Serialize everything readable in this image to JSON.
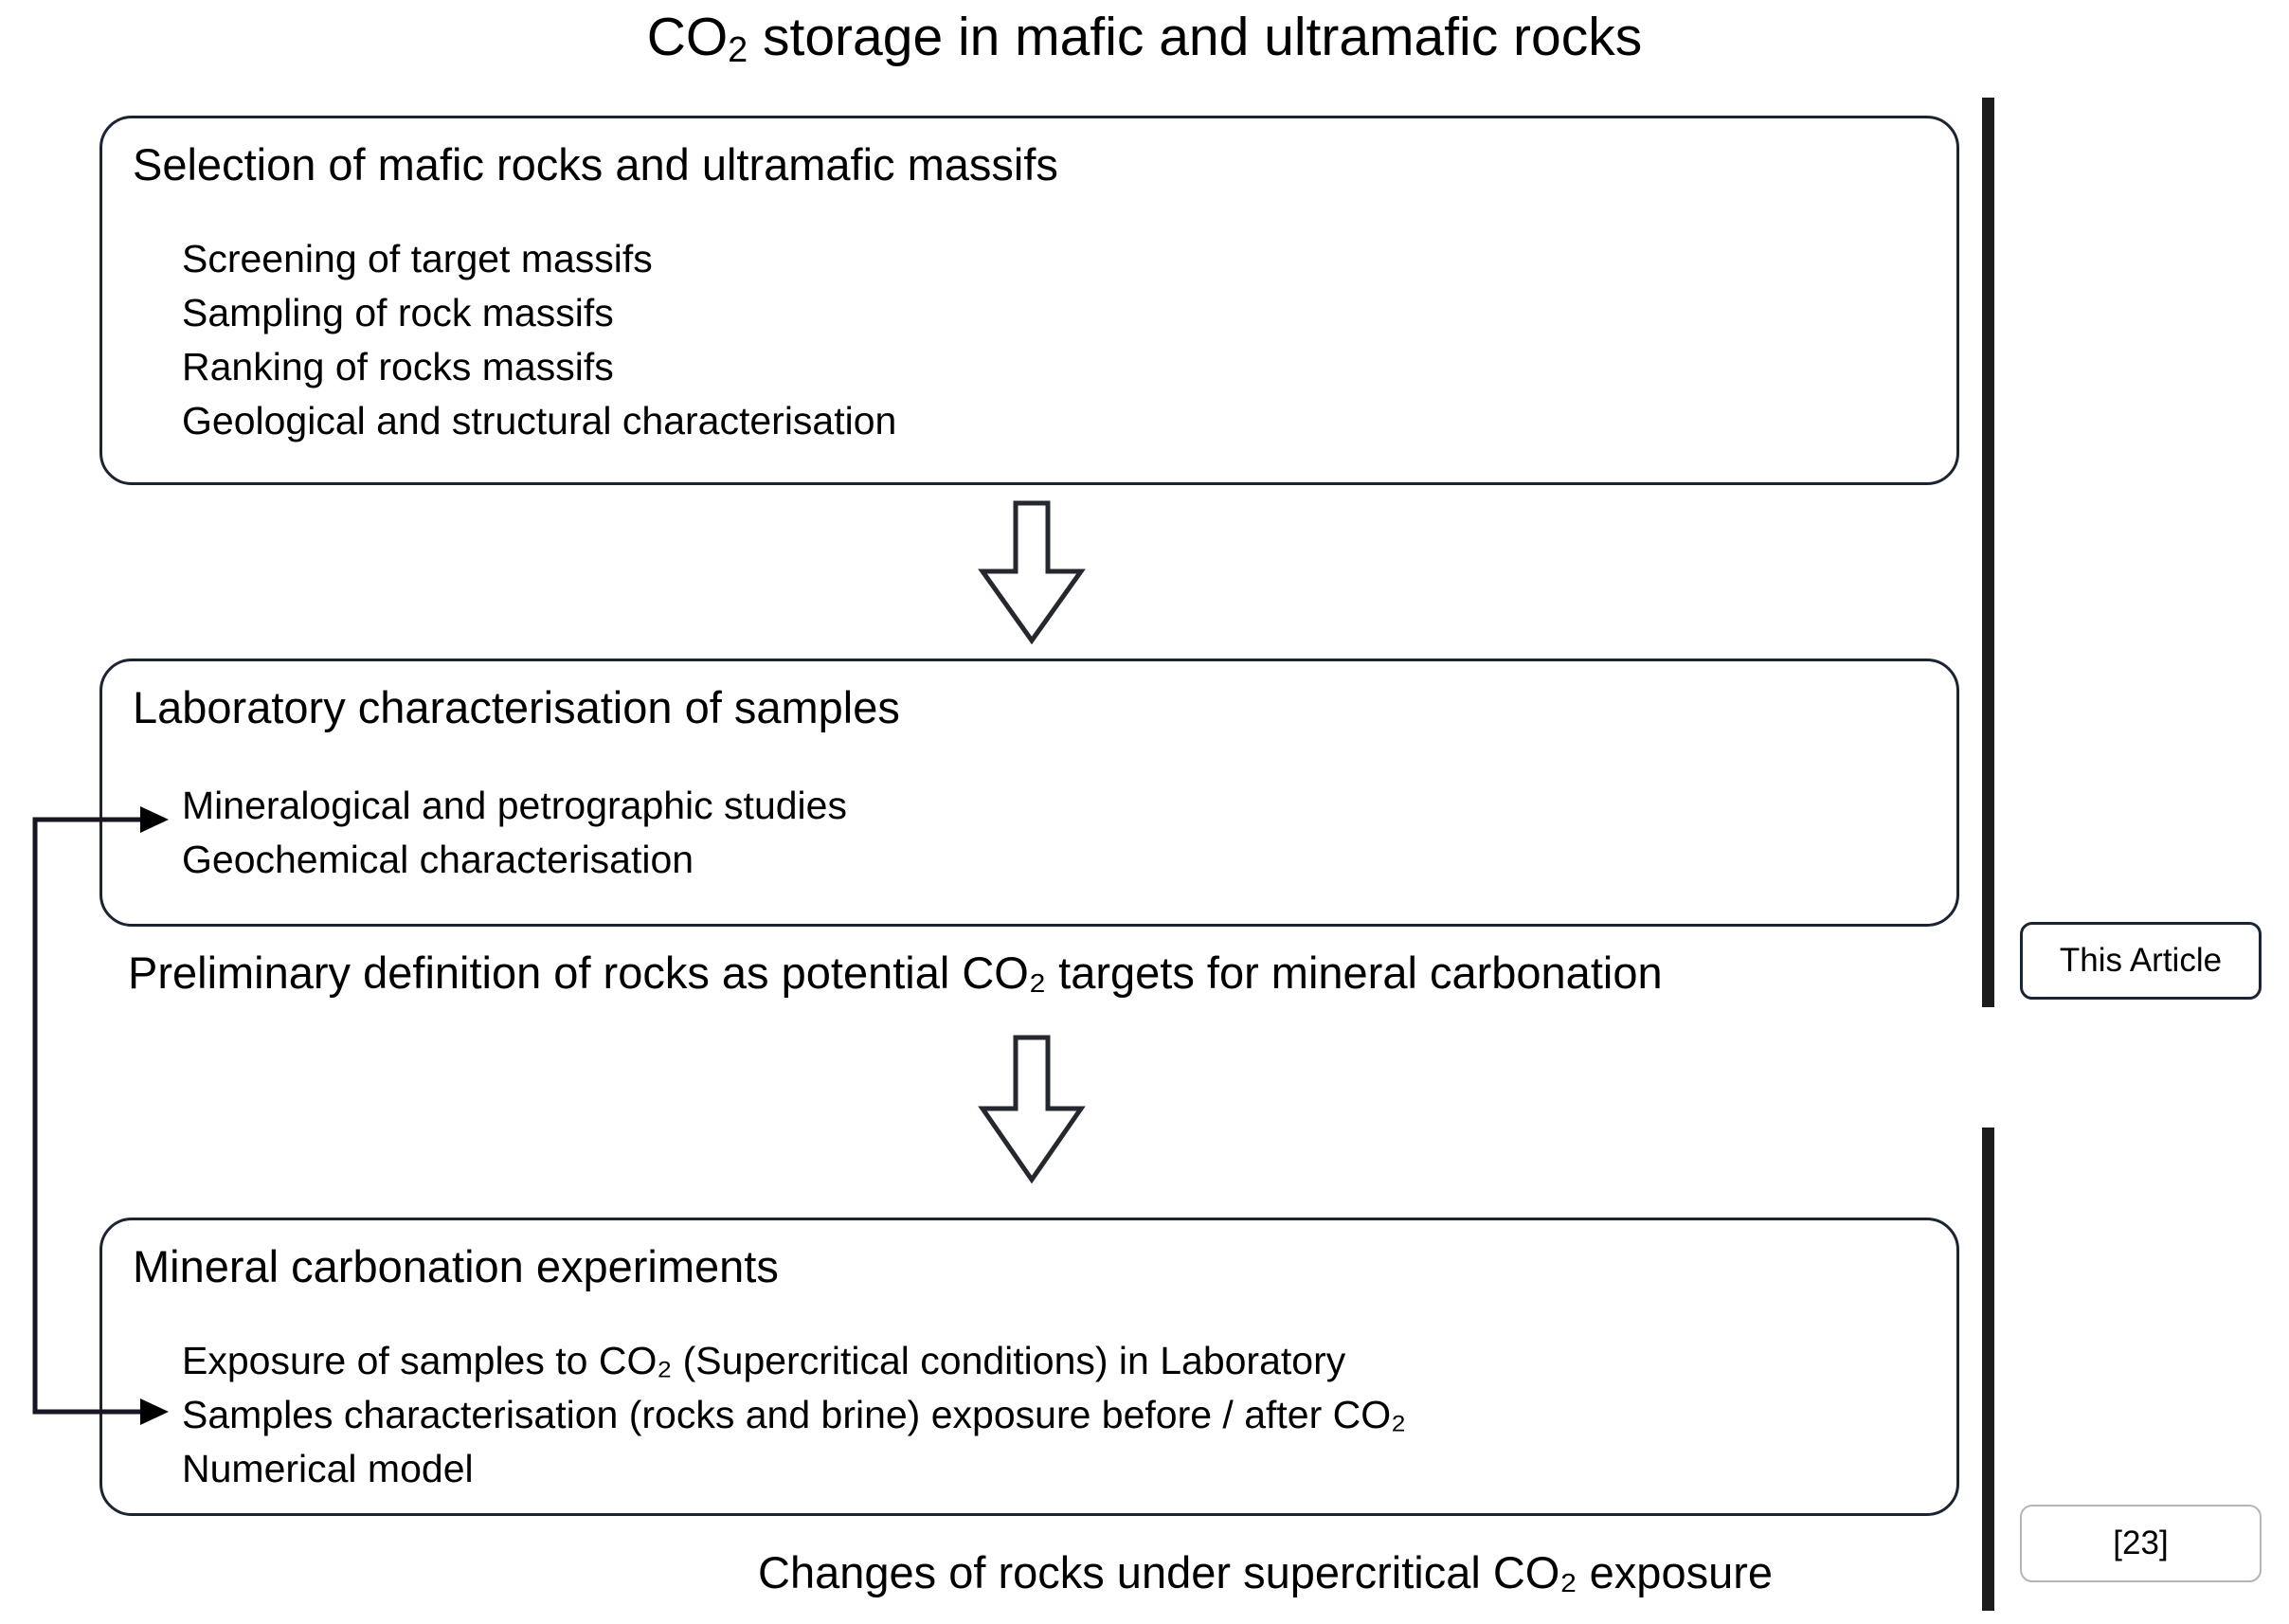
{
  "title": {
    "prefix": "CO",
    "sub": "2",
    "suffix": " storage in mafic and ultramafic rocks"
  },
  "stages": [
    {
      "id": "selection",
      "heading": "Selection of mafic rocks and ultramafic massifs",
      "items": [
        "Screening of target massifs",
        "Sampling of rock massifs",
        "Ranking of rocks massifs",
        "Geological and structural characterisation"
      ]
    },
    {
      "id": "laboratory",
      "heading": "Laboratory characterisation of samples",
      "items": [
        "Mineralogical and petrographic studies",
        "Geochemical characterisation"
      ]
    },
    {
      "id": "carbonation",
      "heading": "Mineral carbonation experiments",
      "items": [
        "Exposure of samples to CO₂ (Supercritical conditions) in Laboratory",
        "Samples characterisation (rocks and brine) exposure before / after CO₂",
        "Numerical model"
      ]
    }
  ],
  "outcomes": [
    {
      "id": "preliminary-definition",
      "text": "Preliminary definition of rocks as potential CO₂ targets for mineral carbonation"
    },
    {
      "id": "changes-of-rocks",
      "text": "Changes of rocks under supercritical CO₂ exposure"
    }
  ],
  "legend": [
    {
      "id": "this-article",
      "label": "This Article"
    },
    {
      "id": "reference-23",
      "label": "[23]"
    }
  ],
  "colors": {
    "box_border": "#1b2433",
    "scope_bar": "#1c1c1c",
    "arrow_outline": "#25282e",
    "legend_gray_border": "#b5b5b5",
    "text": "#000000",
    "background": "#ffffff"
  },
  "icons": {
    "flow_arrow_1": "down-block-arrow-icon",
    "flow_arrow_2": "down-block-arrow-icon",
    "feedback_arrow_to_lab": "feedback-arrow-icon",
    "feedback_arrow_from_experiments": "feedback-arrow-icon"
  }
}
